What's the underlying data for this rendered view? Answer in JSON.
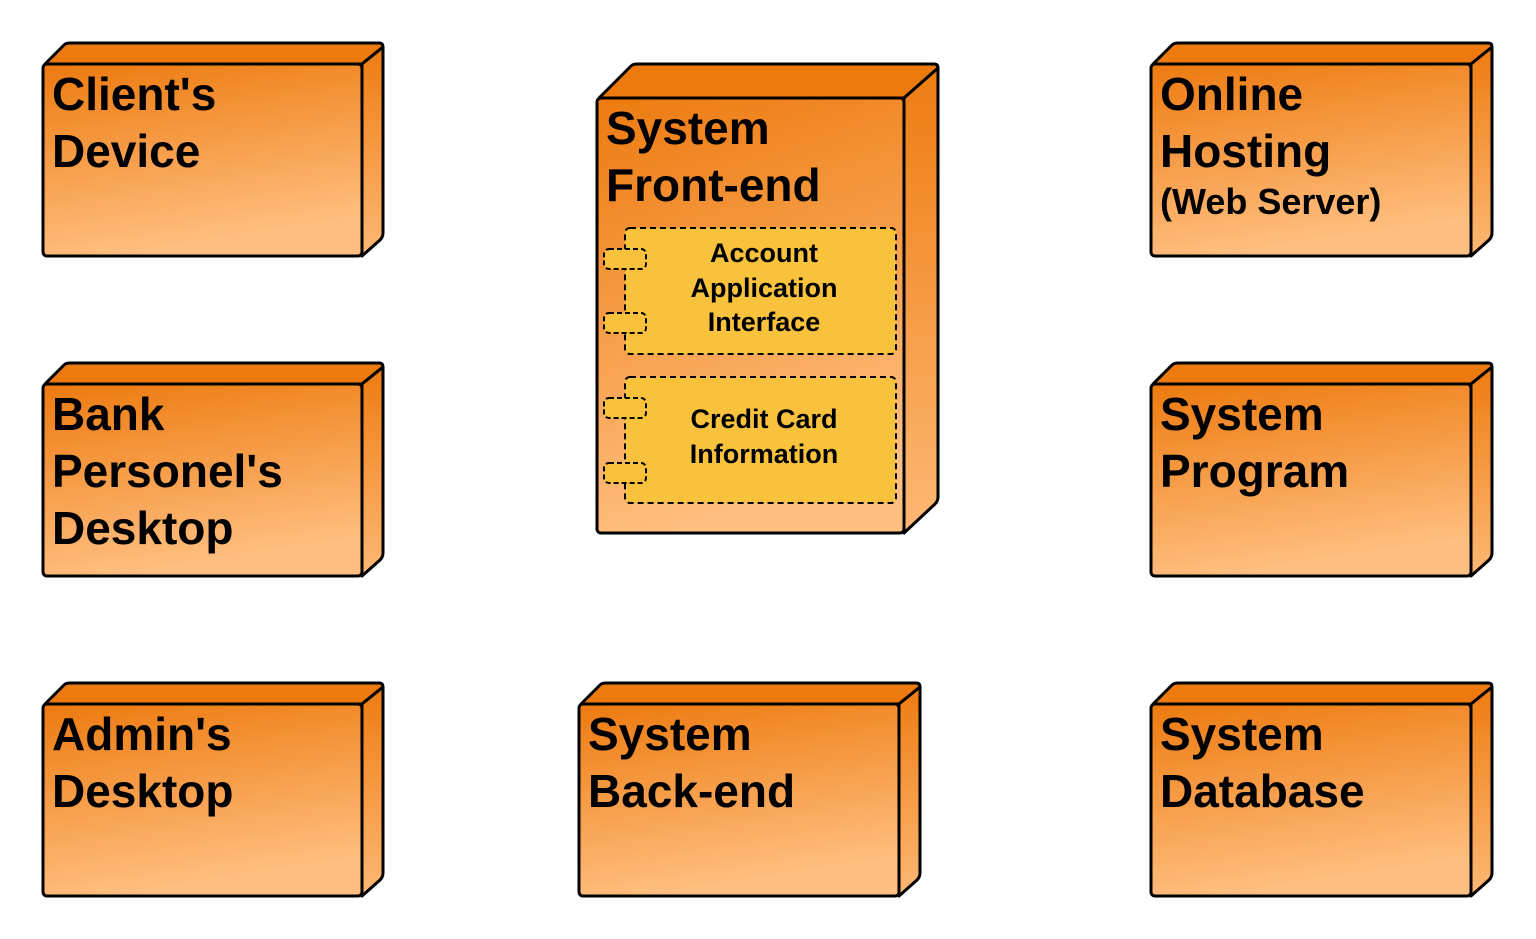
{
  "colors": {
    "node_top": "#ED7A0F",
    "node_bottom": "#FFBF80",
    "node_side": "#F7902A",
    "node_stroke": "#000000",
    "component_fill": "#F9C23C",
    "component_stroke": "#000000",
    "background": "#FFFFFF"
  },
  "nodes": {
    "clients_device": {
      "lines": [
        "Client's",
        "Device"
      ]
    },
    "system_frontend": {
      "lines": [
        "System",
        "Front-end"
      ],
      "components": {
        "account_interface": {
          "lines": [
            "Account",
            "Application",
            "Interface"
          ]
        },
        "credit_card": {
          "lines": [
            "Credit Card",
            "Information"
          ]
        }
      }
    },
    "online_hosting": {
      "lines": [
        "Online",
        "Hosting"
      ],
      "subtitle": "(Web Server)"
    },
    "bank_personnel_desktop": {
      "lines": [
        "Bank",
        "Personel's",
        "Desktop"
      ]
    },
    "system_program": {
      "lines": [
        "System",
        "Program"
      ]
    },
    "admins_desktop": {
      "lines": [
        "Admin's",
        "Desktop"
      ]
    },
    "system_backend": {
      "lines": [
        "System",
        "Back-end"
      ]
    },
    "system_database": {
      "lines": [
        "System",
        "Database"
      ]
    }
  }
}
